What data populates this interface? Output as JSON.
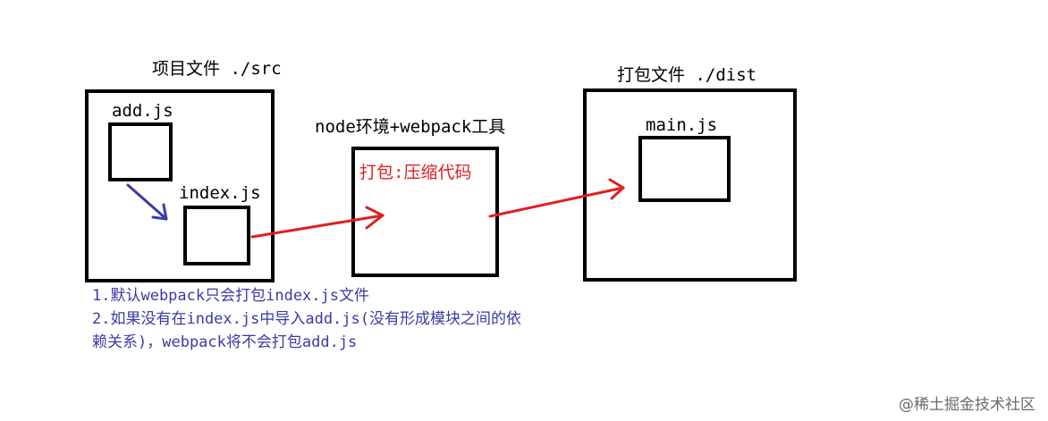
{
  "src": {
    "title": "项目文件 ./src",
    "file_a": "add.js",
    "file_b": "index.js"
  },
  "process": {
    "title": "node环境+webpack工具",
    "action": "打包:压缩代码"
  },
  "dist": {
    "title": "打包文件 ./dist",
    "file": "main.js"
  },
  "notes": [
    "1.默认webpack只会打包index.js文件",
    "2.如果没有在index.js中导入add.js(没有形成模块之间的依",
    "赖关系)，webpack将不会打包add.js"
  ],
  "watermark": "@稀土掘金技术社区",
  "colors": {
    "box": "#000000",
    "flow_arrow": "#e02020",
    "dependency_arrow": "#3a3aa8",
    "notes": "#3a3aa8"
  }
}
